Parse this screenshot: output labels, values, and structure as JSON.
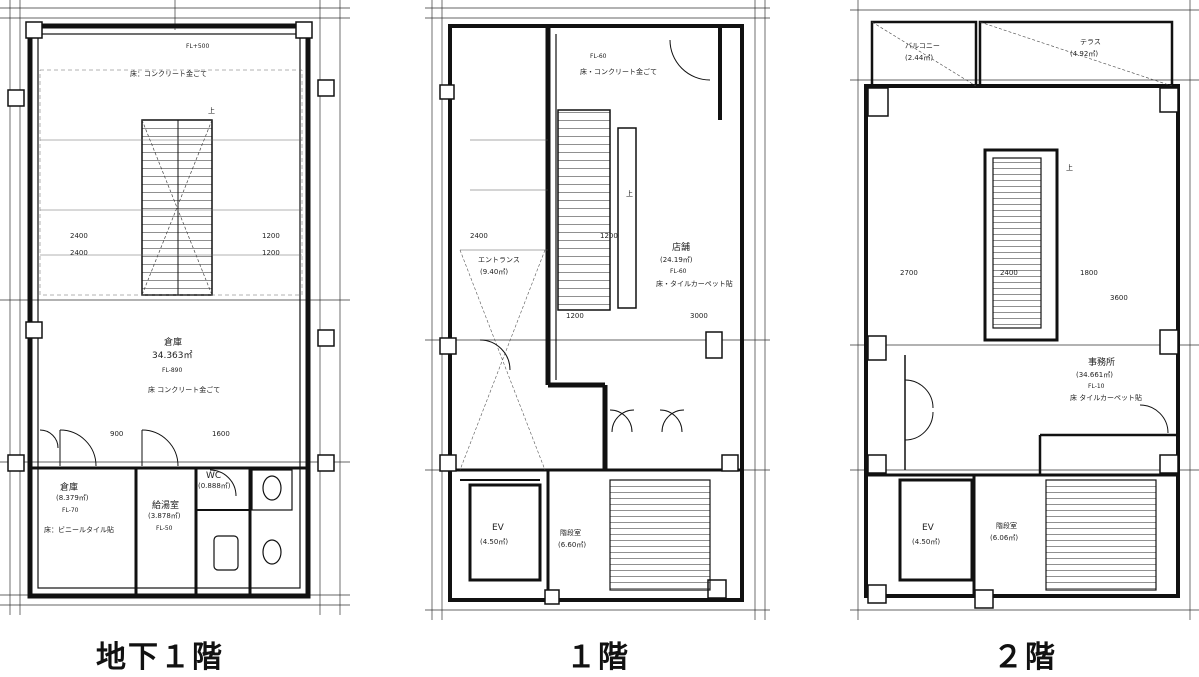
{
  "floors": [
    {
      "caption": "地下１階",
      "rooms": [
        {
          "id": "b1-main",
          "name": "倉庫",
          "area": "34.363㎡",
          "fl": "FL-890",
          "finish": "床 コンクリート金ごて"
        },
        {
          "id": "b1-warehouse",
          "name": "倉庫",
          "area": "(8.379㎡)",
          "fl": "FL-70",
          "finish": "床：ビニールタイル貼"
        },
        {
          "id": "b1-heater",
          "name": "給湯室",
          "area": "(3.878㎡)",
          "fl": "FL-50"
        },
        {
          "id": "b1-wc",
          "name": "WC",
          "area": "(0.888㎡)"
        }
      ],
      "notes": {
        "top_fl": "FL+500",
        "top_finish": "床：コンクリート金ごて",
        "stair_up": "上",
        "dims": [
          "2400",
          "2400",
          "1200",
          "1200",
          "900",
          "1600"
        ]
      }
    },
    {
      "caption": "１階",
      "rooms": [
        {
          "id": "f1-top",
          "fl": "FL-60",
          "finish": "床・コンクリート金ごて"
        },
        {
          "id": "f1-office",
          "name": "店舗",
          "area": "(24.19㎡)",
          "fl": "FL-60",
          "finish": "床・タイルカーペット貼"
        },
        {
          "id": "f1-entrance",
          "name": "エントランス",
          "area": "(9.40㎡)"
        },
        {
          "id": "f1-ev",
          "name": "EV",
          "area": "(4.50㎡)"
        },
        {
          "id": "f1-stair",
          "name": "階段室",
          "area": "(6.60㎡)"
        }
      ],
      "notes": {
        "stair_up": "上",
        "dims": [
          "2400",
          "1200",
          "1200",
          "3000"
        ]
      }
    },
    {
      "caption": "２階",
      "rooms": [
        {
          "id": "f2-balcony",
          "name": "バルコニー",
          "area": "(2.44㎡)"
        },
        {
          "id": "f2-deck",
          "name": "テラス",
          "area": "(4.92㎡)"
        },
        {
          "id": "f2-office",
          "name": "事務所",
          "area": "(34.661㎡)",
          "fl": "FL-10",
          "finish": "床 タイルカーペット貼"
        },
        {
          "id": "f2-ev",
          "name": "EV",
          "area": "(4.50㎡)"
        },
        {
          "id": "f2-stair",
          "name": "階段室",
          "area": "(6.06㎡)"
        }
      ],
      "notes": {
        "stair_up": "上",
        "dims": [
          "2700",
          "2400",
          "1800",
          "3600"
        ]
      }
    }
  ]
}
